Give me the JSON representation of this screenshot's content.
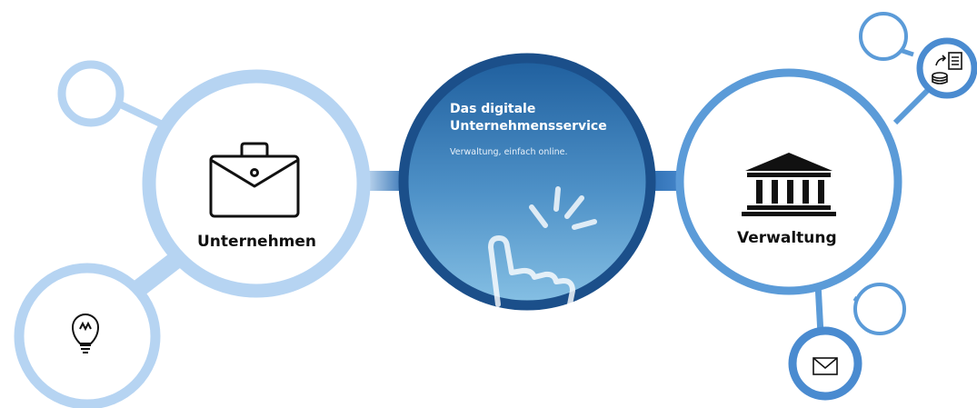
{
  "diagram": {
    "center": {
      "title_line1": "Das digitale",
      "title_line2": "Unternehmensservice",
      "subtitle": "Verwaltung, einfach online.",
      "icon": "pointing-hand-click-icon"
    },
    "left_node": {
      "label": "Unternehmen",
      "icon": "briefcase-icon"
    },
    "right_node": {
      "label": "Verwaltung",
      "icon": "government-building-icon"
    },
    "satellites": {
      "top_left": {
        "icon": ""
      },
      "bottom_left": {
        "icon": "lightbulb-icon"
      },
      "top_right_small": {
        "icon": ""
      },
      "top_right": {
        "icon": "documents-exchange-icon"
      },
      "bottom_right_small": {
        "icon": ""
      },
      "bottom_right": {
        "icon": "envelope-icon"
      }
    },
    "colors": {
      "light_ring": "#b6d4f2",
      "medium_ring": "#5b9bd8",
      "dark_ring": "#1b4f8a",
      "center_fill_top": "#1f5f9e",
      "center_fill_bottom": "#7bb7df"
    }
  }
}
